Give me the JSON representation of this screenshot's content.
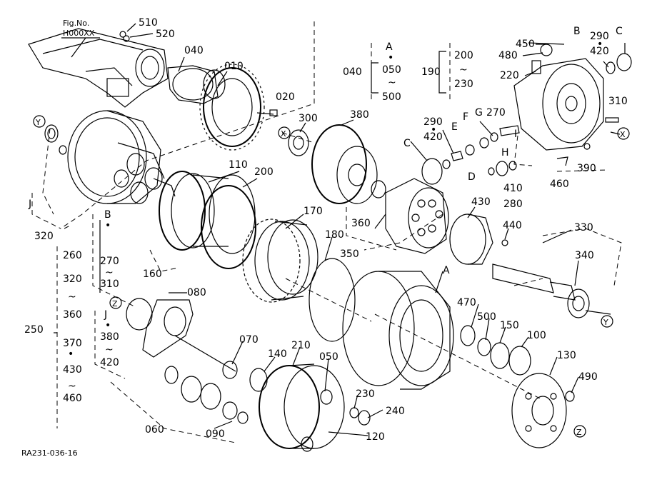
{
  "figure": {
    "fig_label": "Fig.No.",
    "fig_code": "H000XX",
    "drawing_id": "RA231-036-16"
  },
  "part_numbers": [
    "510",
    "520",
    "040",
    "010",
    "020",
    "300",
    "380",
    "040",
    "050",
    "500",
    "200",
    "230",
    "190",
    "450",
    "480",
    "220",
    "290",
    "420",
    "310",
    "110",
    "200",
    "290",
    "420",
    "270",
    "G",
    "F",
    "E",
    "C",
    "I",
    "H",
    "D",
    "410",
    "280",
    "390",
    "460",
    "320",
    "170",
    "360",
    "430",
    "440",
    "330",
    "340",
    "350",
    "180",
    "160",
    "270",
    "310",
    "260",
    "320",
    "360",
    "370",
    "430",
    "460",
    "250",
    "080",
    "380",
    "420",
    "070",
    "140",
    "210",
    "050",
    "470",
    "500",
    "150",
    "100",
    "230",
    "240",
    "130",
    "490",
    "060",
    "090",
    "120"
  ],
  "letter_markers": [
    "Y",
    "J",
    "X",
    "Z",
    "A",
    "B",
    "C",
    "X",
    "Y",
    "Z",
    "A",
    "B",
    "J"
  ],
  "tildes": [
    "~",
    "~",
    "~",
    "~",
    "~",
    "~"
  ],
  "dots": [
    "•",
    "•",
    "•",
    "•",
    "•",
    "•"
  ]
}
